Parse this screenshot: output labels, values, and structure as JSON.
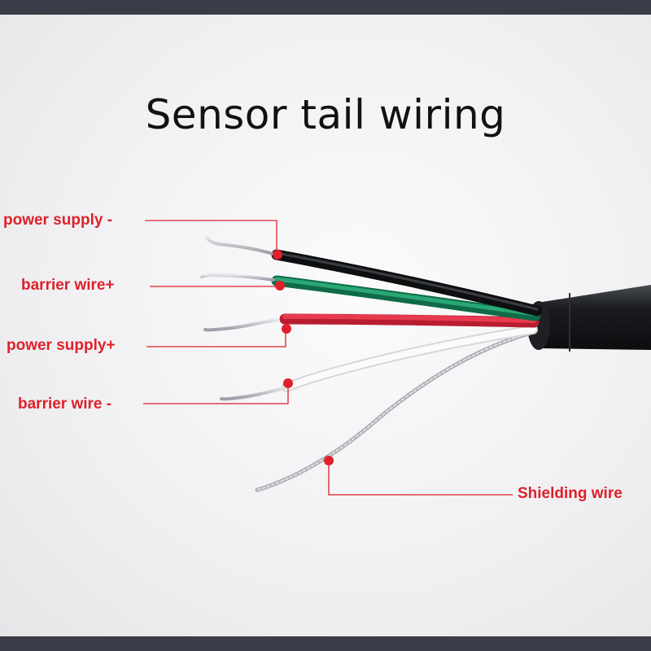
{
  "title": "Sensor tail wiring",
  "labels": {
    "power_minus": "power supply",
    "barrier_plus": "barrier wire",
    "power_plus": "power supply",
    "barrier_minus": "barrier wire",
    "shielding": "Shielding wire"
  },
  "signs": {
    "minus": "-",
    "plus": "+"
  },
  "colors": {
    "label": "#e0202a",
    "wire_black": "#15171a",
    "wire_green": "#1a8a5c",
    "wire_red": "#d8283c",
    "wire_white": "#f4f4f4",
    "wire_shield": "#b9bcc2",
    "frame": "#3a3d47"
  }
}
